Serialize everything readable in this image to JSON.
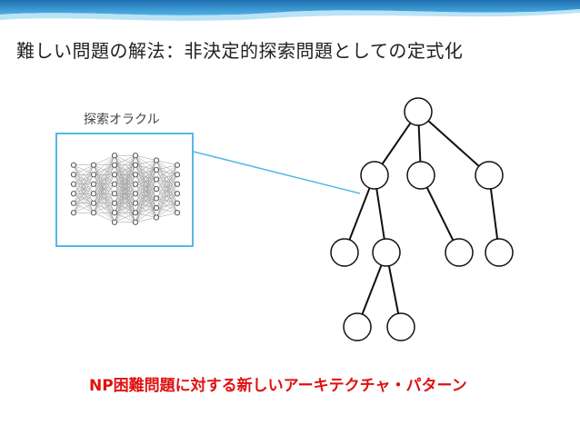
{
  "slide": {
    "title": "難しい問題の解法：非決定的探索問題としての定式化",
    "oracle_label": "探索オラクル",
    "footer_text": "NP困難問題に対する新しいアーキテクチャ・パターン"
  },
  "diagram": {
    "network_layers": [
      6,
      6,
      8,
      8,
      7,
      6
    ],
    "tree_nodes": [
      "root",
      "a",
      "b",
      "c",
      "a1",
      "a2",
      "b1",
      "c1",
      "a2-1",
      "a2-2"
    ],
    "tree_edges": [
      [
        "root",
        "a"
      ],
      [
        "root",
        "b"
      ],
      [
        "root",
        "c"
      ],
      [
        "a",
        "a1"
      ],
      [
        "a",
        "a2"
      ],
      [
        "b",
        "b1"
      ],
      [
        "c",
        "c1"
      ],
      [
        "a2",
        "a2-1"
      ],
      [
        "a2",
        "a2-2"
      ]
    ]
  },
  "colors": {
    "accent_blue": "#53b8e8",
    "header_blue": "#2f86c4",
    "footer_red": "#e01010"
  }
}
